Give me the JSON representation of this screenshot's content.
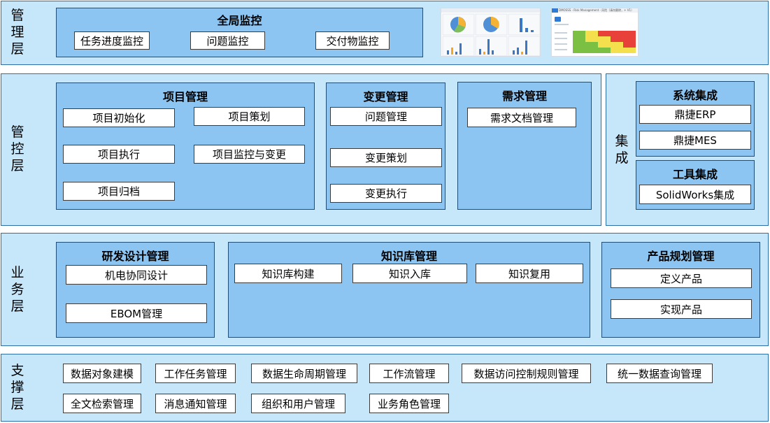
{
  "layers": {
    "management": "管\n理\n层",
    "control": "管\n控\n层",
    "integration": "集\n成",
    "business": "业\n务\n层",
    "support": "支\n撑\n层"
  },
  "global_monitor": {
    "title": "全局监控",
    "items": [
      "任务进度监控",
      "问题监控",
      "交付物监控"
    ]
  },
  "screenshot_strip": {
    "header_text": "DMOSSS - Risk Management - 风险（请勿删除，+ V1）"
  },
  "project_mgmt": {
    "title": "项目管理",
    "items": [
      "项目初始化",
      "项目策划",
      "项目执行",
      "项目监控与变更",
      "项目归档"
    ]
  },
  "change_mgmt": {
    "title": "变更管理",
    "items": [
      "问题管理",
      "变更策划",
      "变更执行"
    ]
  },
  "req_mgmt": {
    "title": "需求管理",
    "items": [
      "需求文档管理"
    ]
  },
  "sys_integration": {
    "title": "系统集成",
    "items": [
      "鼎捷ERP",
      "鼎捷MES"
    ]
  },
  "tool_integration": {
    "title": "工具集成",
    "items": [
      "SolidWorks集成"
    ]
  },
  "rd_design": {
    "title": "研发设计管理",
    "items": [
      "机电协同设计",
      "EBOM管理"
    ]
  },
  "knowledge": {
    "title": "知识库管理",
    "items": [
      "知识库构建",
      "知识入库",
      "知识复用"
    ]
  },
  "product_planning": {
    "title": "产品规划管理",
    "items": [
      "定义产品",
      "实现产品"
    ]
  },
  "support": {
    "items": [
      "数据对象建模",
      "工作任务管理",
      "数据生命周期管理",
      "工作流管理",
      "数据访问控制规则管理",
      "统一数据查询管理",
      "全文检索管理",
      "消息通知管理",
      "组织和用户管理",
      "业务角色管理"
    ]
  },
  "colors": {
    "layer_bg": "#c6e6fa",
    "module_bg": "#8cc5f2",
    "item_bg": "#ffffff",
    "border": "#2f6fa7"
  }
}
